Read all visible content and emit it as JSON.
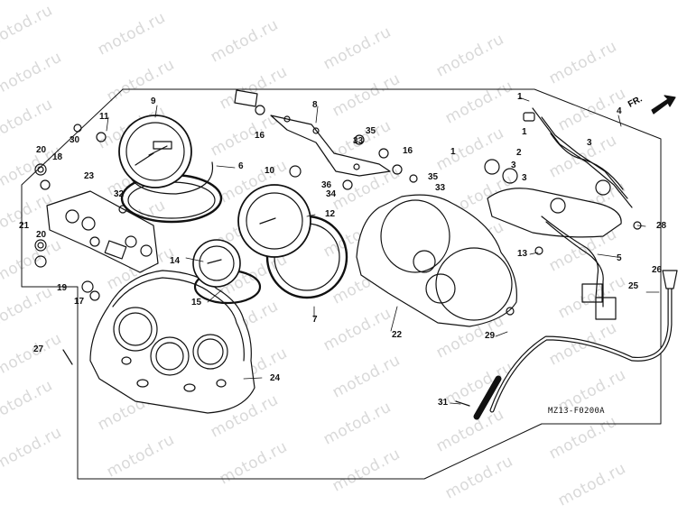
{
  "watermark": {
    "text": "motod.ru",
    "color": "#d9d9d9"
  },
  "diagram": {
    "part_code": "MZ13-F0200A",
    "direction_label": "FR.",
    "callouts": [
      {
        "n": "1",
        "label": "1"
      },
      {
        "n": "1b",
        "label": "1"
      },
      {
        "n": "1c",
        "label": "1"
      },
      {
        "n": "2",
        "label": "2"
      },
      {
        "n": "3",
        "label": "3"
      },
      {
        "n": "3b",
        "label": "3"
      },
      {
        "n": "3c",
        "label": "3"
      },
      {
        "n": "4",
        "label": "4"
      },
      {
        "n": "5",
        "label": "5"
      },
      {
        "n": "6",
        "label": "6"
      },
      {
        "n": "7",
        "label": "7"
      },
      {
        "n": "8",
        "label": "8"
      },
      {
        "n": "9",
        "label": "9"
      },
      {
        "n": "10",
        "label": "10"
      },
      {
        "n": "11",
        "label": "11"
      },
      {
        "n": "12",
        "label": "12"
      },
      {
        "n": "13",
        "label": "13"
      },
      {
        "n": "14",
        "label": "14"
      },
      {
        "n": "15",
        "label": "15"
      },
      {
        "n": "16",
        "label": "16"
      },
      {
        "n": "16b",
        "label": "16"
      },
      {
        "n": "17",
        "label": "17"
      },
      {
        "n": "18",
        "label": "18"
      },
      {
        "n": "19",
        "label": "19"
      },
      {
        "n": "20",
        "label": "20"
      },
      {
        "n": "20b",
        "label": "20"
      },
      {
        "n": "21",
        "label": "21"
      },
      {
        "n": "22",
        "label": "22"
      },
      {
        "n": "23",
        "label": "23"
      },
      {
        "n": "24",
        "label": "24"
      },
      {
        "n": "25",
        "label": "25"
      },
      {
        "n": "26",
        "label": "26"
      },
      {
        "n": "27",
        "label": "27"
      },
      {
        "n": "28",
        "label": "28"
      },
      {
        "n": "29",
        "label": "29"
      },
      {
        "n": "30",
        "label": "30"
      },
      {
        "n": "31",
        "label": "31"
      },
      {
        "n": "32",
        "label": "32"
      },
      {
        "n": "33",
        "label": "33"
      },
      {
        "n": "33b",
        "label": "33"
      },
      {
        "n": "34",
        "label": "34"
      },
      {
        "n": "35",
        "label": "35"
      },
      {
        "n": "35b",
        "label": "35"
      },
      {
        "n": "36",
        "label": "36"
      }
    ]
  }
}
